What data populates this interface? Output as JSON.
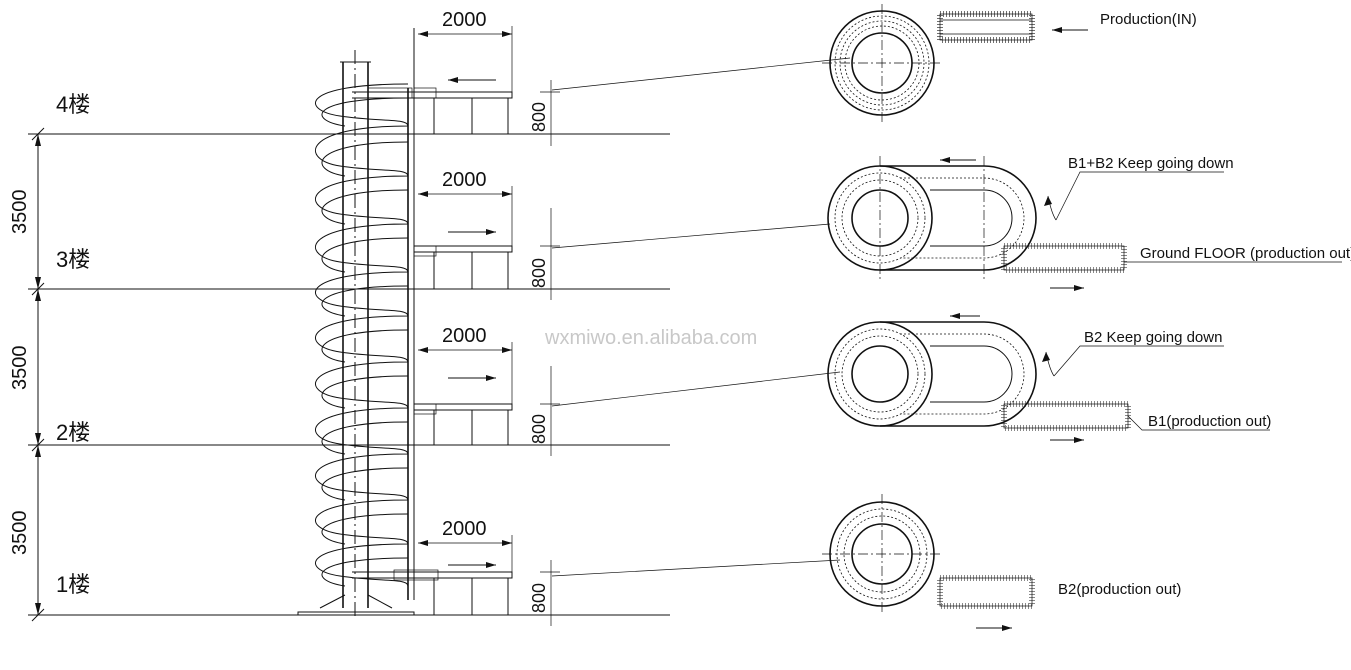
{
  "floors": [
    {
      "label": "4楼",
      "dim_2000": "2000",
      "dim_800": "800"
    },
    {
      "label": "3楼",
      "dim_2000": "2000",
      "dim_800": "800"
    },
    {
      "label": "2楼",
      "dim_2000": "2000",
      "dim_800": "800"
    },
    {
      "label": "1楼",
      "dim_2000": "2000",
      "dim_800": "800"
    }
  ],
  "heights": [
    "3500",
    "3500",
    "3500"
  ],
  "callouts": {
    "production_in": "Production(IN)",
    "b1b2_keep": "B1+B2  Keep going down",
    "ground_floor": "Ground FLOOR (production out)",
    "b2_keep": "B2  Keep going down",
    "b1_out": "B1(production out)",
    "b2_out": "B2(production out)"
  },
  "watermark": "wxmiwo.en.alibaba.com"
}
